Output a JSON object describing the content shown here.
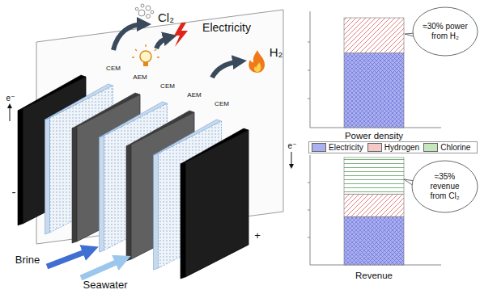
{
  "diagram": {
    "nodes": [
      {
        "text": [
          "≈30% power from H₂"
        ]
      },
      {
        "text": [
          "≈35% revenue from Cl₂"
        ]
      }
    ],
    "labels": [
      "Cl₂",
      "Electricity",
      "H₂",
      "CEM",
      "AEM",
      "CEM",
      "AEM",
      "CEM",
      "e⁻",
      "-",
      "e⁻",
      "+",
      "Brine",
      "Seawater",
      "Power density",
      "Revenue"
    ],
    "legend": [
      {
        "text": "Electricity",
        "color": "#aab0f0"
      },
      {
        "text": "Hydrogen",
        "color": "#f6c9c9"
      },
      {
        "text": "Chlorine",
        "color": "#c6e6bd"
      }
    ]
  }
}
